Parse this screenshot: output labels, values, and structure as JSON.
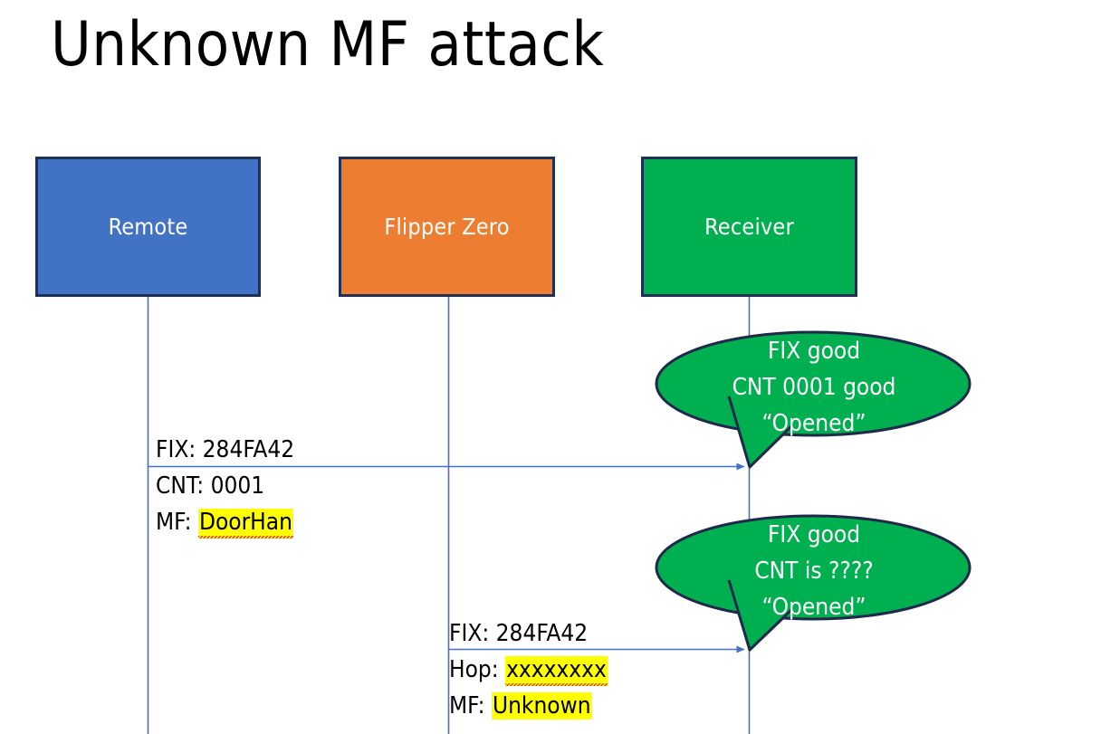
{
  "slide": {
    "title": "Unknown MF attack",
    "background": "#FFFFFF"
  },
  "colors": {
    "remote_fill": "#4272C4",
    "flipper_fill": "#ED7D31",
    "receiver_fill": "#00AF50",
    "box_border": "#1F3056",
    "lifeline": "#4472C4",
    "arrow": "#4472C4",
    "callout_fill": "#00AF50",
    "callout_border": "#1F2A4A",
    "highlight": "#FFFF00",
    "spellcheck_underline": "#E03A3A",
    "text_dark": "#000000",
    "text_light": "#FFFFFF"
  },
  "actors": [
    {
      "id": "remote",
      "label": "Remote"
    },
    {
      "id": "flipper",
      "label": "Flipper Zero"
    },
    {
      "id": "receiver",
      "label": "Receiver"
    }
  ],
  "messages": [
    {
      "id": "msg1",
      "from": "remote",
      "to": "receiver",
      "lines": [
        {
          "text": "FIX: 284FA42",
          "highlight": false
        },
        {
          "text": "CNT: 0001",
          "highlight": false
        }
      ],
      "mf_prefix": "MF: ",
      "mf_value": "DoorHan",
      "mf_highlighted": true,
      "mf_spellcheck": true
    },
    {
      "id": "msg2",
      "from": "flipper",
      "to": "receiver",
      "lines": [
        {
          "text": "FIX: 284FA42",
          "highlight": false
        }
      ],
      "hop_prefix": "Hop: ",
      "hop_value": "xxxxxxxx",
      "hop_highlighted": true,
      "hop_spellcheck": true,
      "mf_prefix": "MF: ",
      "mf_value": "Unknown",
      "mf_highlighted": true,
      "mf_spellcheck": false
    }
  ],
  "callouts": [
    {
      "id": "callout1",
      "anchor": "receiver",
      "lines": [
        "FIX good",
        "CNT 0001 good",
        "“Opened”"
      ]
    },
    {
      "id": "callout2",
      "anchor": "receiver",
      "lines": [
        "FIX good",
        "CNT is ????",
        "“Opened”"
      ]
    }
  ]
}
